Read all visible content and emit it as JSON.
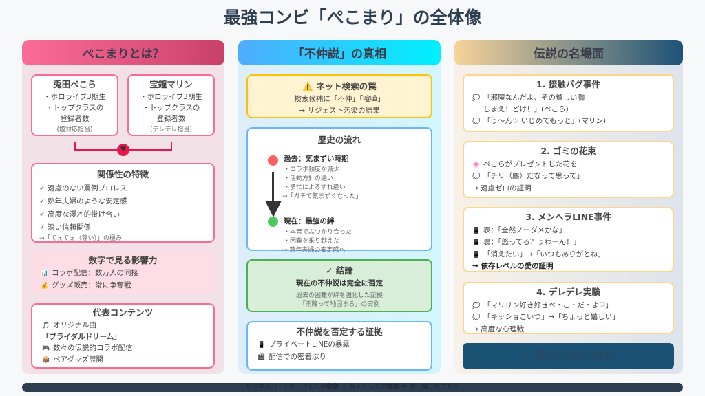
{
  "title": "最強コンビ「ぺこまり」の全体像",
  "columns": [
    {
      "header": "ぺこまりとは？"
    },
    {
      "header": "「不仲説」の真相"
    },
    {
      "header": "伝説の名場面"
    }
  ],
  "left": {
    "pekora": {
      "name": "兎田ぺこら",
      "lines": [
        "・ホロライブ3期生",
        "・トップクラスの",
        "登録者数"
      ],
      "role": "(塩対応担当)"
    },
    "marine": {
      "name": "宝鐘マリン",
      "lines": [
        "・ホロライブ3期生",
        "・トップクラスの",
        "登録者数"
      ],
      "role": "(デレデレ担当)"
    },
    "relation": {
      "title": "関係性の特徴",
      "items": [
        "✓ 遠慮のない罵倒プロレス",
        "✓ 熟年夫婦のような安定感",
        "✓ 高度な漫才的掛け合い",
        "✓ 深い信頼関係"
      ],
      "note": "→「てぇてぇ（尊い）」の極み"
    },
    "impact": {
      "title": "数字で見る影響力",
      "items": [
        {
          "icon": "📊",
          "text": "コラボ配信：数万人の同接"
        },
        {
          "icon": "💰",
          "text": "グッズ販売：常に争奪戦"
        }
      ]
    },
    "contents": {
      "title": "代表コンテンツ",
      "song_label": "オリジナル曲",
      "song": "「ブライダルドリーム」",
      "items": [
        {
          "icon": "🎮",
          "text": "数々の伝説的コラボ配信"
        },
        {
          "icon": "📦",
          "text": "ペアグッズ展開"
        }
      ],
      "song_icon": "🎵"
    }
  },
  "middle": {
    "warning": {
      "icon": "⚠️",
      "title": "ネット検索の罠",
      "lines": [
        "検索候補に「不仲」「喧嘩」",
        "→ サジェスト汚染の結果"
      ]
    },
    "history": {
      "title": "歴史の流れ",
      "past": {
        "title": "過去：気まずい時期",
        "items": [
          "・コラボ頻度が減少",
          "・活動方針の違い",
          "・多忙によるすれ違い",
          "→「ガチで気まずくなった」"
        ]
      },
      "present": {
        "title": "現在：最強の絆",
        "items": [
          "・本音でぶつかり合った",
          "・困難を乗り越えた",
          "→ 熟年夫婦の安定感へ"
        ]
      }
    },
    "conclusion": {
      "title": "✓ 結論",
      "headline": "現在の不仲説は完全に否定",
      "lines": [
        "過去の困難が絆を強化した証拠",
        "「雨降って地固まる」の実例"
      ]
    },
    "evidence": {
      "title": "不仲説を否定する証拠",
      "items": [
        {
          "icon": "📱",
          "text": "プライベートLINEの暴露"
        },
        {
          "icon": "🎬",
          "text": "配信での密着ぶり"
        }
      ]
    }
  },
  "right": {
    "scenes": [
      {
        "title": "1. 接触バグ事件",
        "lines": [
          {
            "icon": "💭",
            "text": "「邪魔なんだよ、その貧しい胸"
          },
          {
            "icon": "",
            "text": "しまえ！どけ！」(ぺこら)"
          },
          {
            "icon": "💭",
            "text": "「う～ん♡ いじめてもっと」(マリン)"
          }
        ]
      },
      {
        "title": "2. ゴミの花束",
        "lines": [
          {
            "icon": "🌸",
            "text": "ぺこらがプレゼントした花を"
          },
          {
            "icon": "💭",
            "text": "「チリ（塵）だなって思って」"
          },
          {
            "icon": "",
            "text": "→ 遠慮ゼロの証明"
          }
        ]
      },
      {
        "title": "3. メンヘラLINE事件",
        "lines": [
          {
            "icon": "📱",
            "text": "表：「全然ノーダメかな」"
          },
          {
            "icon": "📱",
            "text": "裏：「怒ってる？うわーん！」"
          },
          {
            "icon": "📱",
            "text": "「消えたい」→「いつもありがとね」"
          },
          {
            "icon": "",
            "text": "→ 依存レベルの愛の証明",
            "bold": true
          }
        ]
      },
      {
        "title": "4. デレデレ実験",
        "lines": [
          {
            "icon": "💭",
            "text": "「マリリン好き好きぺ・こ・だ・よ♡」"
          },
          {
            "icon": "💭",
            "text": "「キッショこいつ」→「ちょっと嬉しい」"
          },
          {
            "icon": "",
            "text": "→ 高度な心理戦"
          }
        ]
      }
    ],
    "summary": "= 最強の絆の証明"
  },
  "footer": "ビジネスパートナーとしての敬意 ＋ 友人としての信頼 ＝ 唯一無二のコンビ",
  "colors": {
    "pink": "#f76d94",
    "blue": "#6cb4ff",
    "gold": "#ffd58a",
    "navy": "#1a5276",
    "footer": "#2c3e50"
  }
}
